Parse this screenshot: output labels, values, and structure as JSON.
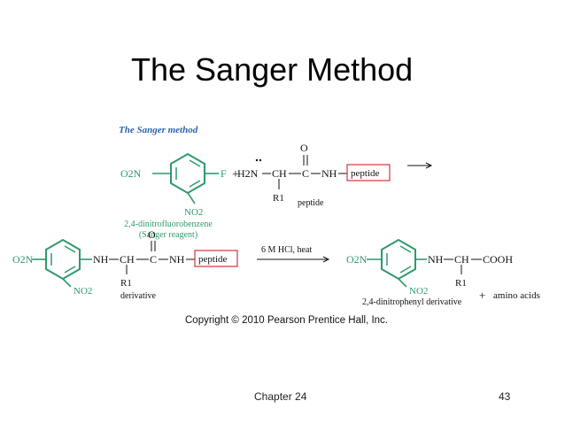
{
  "slide": {
    "title": "The Sanger Method",
    "copyright": "Copyright © 2010 Pearson Prentice Hall, Inc.",
    "footer_chapter": "Chapter 24",
    "page_number": "43"
  },
  "figure": {
    "caption": "The Sanger method",
    "reagent": {
      "left_group": "O2N",
      "right_group": "F",
      "bottom_group": "NO2",
      "name": "2,4-dinitrofluorobenzene",
      "alt_name": "(Sanger reagent)"
    },
    "plus": "+",
    "peptide_reactant": {
      "amine": "H2N",
      "ch": "CH",
      "carbonyl_c": "C",
      "oxygen": "O",
      "nh": "NH",
      "peptide_box": "peptide",
      "side_chain": "R1",
      "label": "peptide"
    },
    "derivative": {
      "left_group": "O2N",
      "bottom_group": "NO2",
      "nh": "NH",
      "ch": "CH",
      "carbonyl_c": "C",
      "oxygen": "O",
      "nh2": "NH",
      "peptide_box": "peptide",
      "side_chain": "R1",
      "label": "derivative"
    },
    "conditions": "6 M HCl, heat",
    "product": {
      "left_group": "O2N",
      "bottom_group": "NO2",
      "nh": "NH",
      "ch": "CH",
      "cooh": "COOH",
      "side_chain": "R1",
      "label": "2,4-dinitrophenyl derivative"
    },
    "byproduct": "amino acids",
    "colors": {
      "ring": "#2e9a6a",
      "caption": "#2b63b0",
      "box": "#d0343c",
      "ink": "#111111"
    }
  }
}
